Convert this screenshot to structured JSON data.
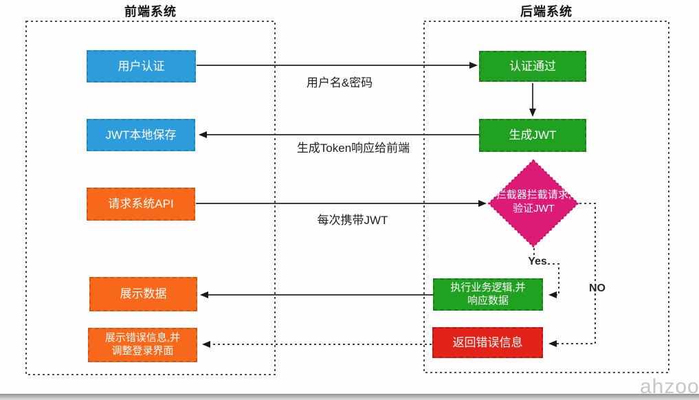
{
  "frontend": {
    "title": "前端系统",
    "user_auth": "用户认证",
    "jwt_save": "JWT本地保存",
    "request_api": "请求系统API",
    "show_data": "展示数据",
    "show_error_line1": "展示错误信息,并",
    "show_error_line2": "调整登录界面"
  },
  "backend": {
    "title": "后端系统",
    "auth_pass": "认证通过",
    "gen_jwt": "生成JWT",
    "verify_line1": "拦截器拦截请求,",
    "verify_line2": "验证JWT",
    "exec_line1": "执行业务逻辑,并",
    "exec_line2": "响应数据",
    "return_error": "返回错误信息"
  },
  "edges": {
    "username_password": "用户名&密码",
    "token_response": "生成Token响应给前端",
    "carry_jwt": "每次携带JWT",
    "yes_label": "Yes",
    "no_label": "NO"
  },
  "watermark": "ahzoo",
  "colors": {
    "node_blue": "#2d9cdb",
    "node_green": "#21a121",
    "node_orange": "#f8681a",
    "node_red": "#e3221a",
    "diamond_pink": "#dd1a77",
    "arrow": "#3f3f3f",
    "group_border": "#4d4d4d"
  }
}
